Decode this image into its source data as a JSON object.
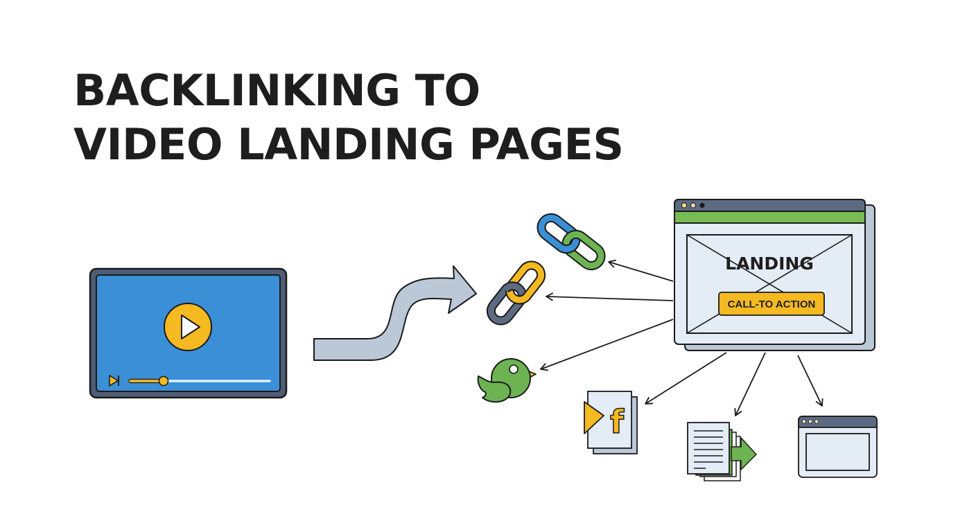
{
  "title": {
    "line1": "BACKLINKING TO",
    "line2": "VIDEO LANDING PAGES"
  },
  "video_player": {
    "icon": "play-icon",
    "controls": [
      "skip-next-icon",
      "progress-bar"
    ],
    "progress_percent": 25
  },
  "flow_arrow": {
    "icon": "curved-arrow-icon"
  },
  "landing_page": {
    "heading": "LANDING",
    "cta_label": "CALL-TO ACTION",
    "window_dots": 3
  },
  "backlink_sources": [
    {
      "name": "chain-link-blue-green",
      "icon": "link-icon"
    },
    {
      "name": "chain-link-yellow-slate",
      "icon": "link-icon"
    },
    {
      "name": "bird-social",
      "icon": "bird-icon"
    },
    {
      "name": "facebook-page",
      "icon": "facebook-icon",
      "glyph": "f"
    },
    {
      "name": "documents-share",
      "icon": "document-stack-icon"
    },
    {
      "name": "browser-window",
      "icon": "browser-window-icon"
    }
  ],
  "colors": {
    "text": "#1e1e1e",
    "video_blue": "#3a8fd6",
    "frame_slate": "#4f5d75",
    "accent_yellow": "#f5b921",
    "green": "#6db352",
    "light_panel": "#e4ecf6",
    "arrow_gray": "#bac8d8",
    "outline": "#1a1a1a"
  }
}
